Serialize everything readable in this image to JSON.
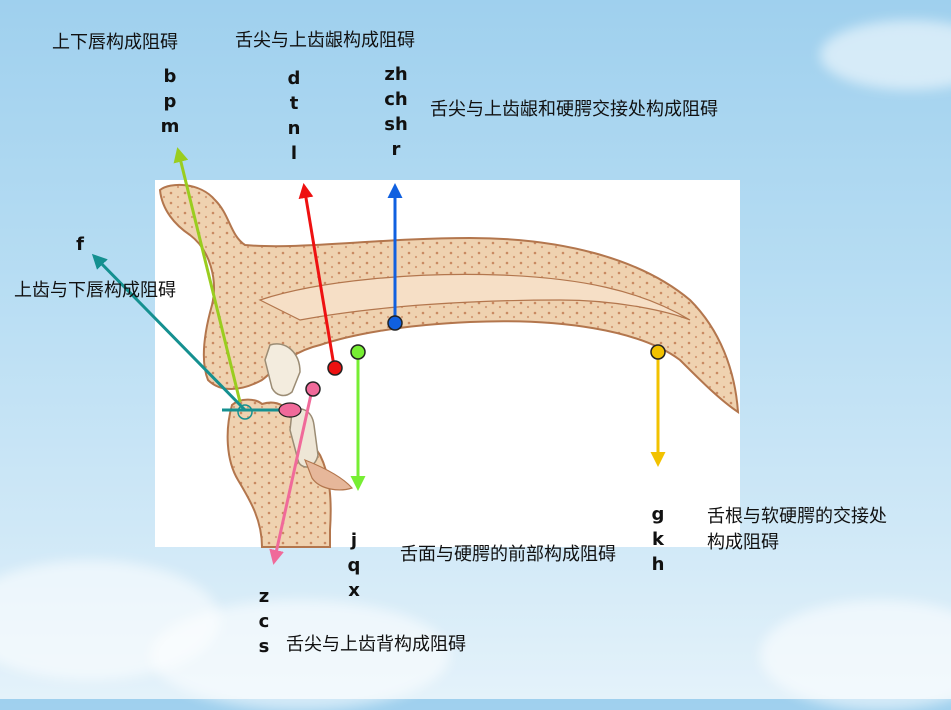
{
  "labels": {
    "lips": "上下唇构成阻碍",
    "alveolar": "舌尖与上齿龈构成阻碍",
    "retroflex": "舌尖与上齿龈和硬腭交接处构成阻碍",
    "labiodental": "上齿与下唇构成阻碍",
    "dental": "舌尖与上齿背构成阻碍",
    "palatal": "舌面与硬腭的前部构成阻碍",
    "velar_1": "舌根与软硬腭的交接处",
    "velar_2": "构成阻碍"
  },
  "initials": {
    "bilabial": [
      "b",
      "p",
      "m"
    ],
    "alveolar": [
      "d",
      "t",
      "n",
      "l"
    ],
    "retroflex": [
      "zh",
      "ch",
      "sh",
      "r"
    ],
    "labiodental": [
      "f"
    ],
    "dental": [
      "z",
      "c",
      "s"
    ],
    "palatal": [
      "j",
      "q",
      "x"
    ],
    "velar": [
      "g",
      "k",
      "h"
    ]
  },
  "colors": {
    "bilabial": "#9acd1f",
    "alveolar": "#ee1111",
    "retroflex": "#1060e0",
    "labiodental": "#159090",
    "dental": "#f06a9a",
    "palatal": "#77ee33",
    "velar": "#f2c200"
  }
}
